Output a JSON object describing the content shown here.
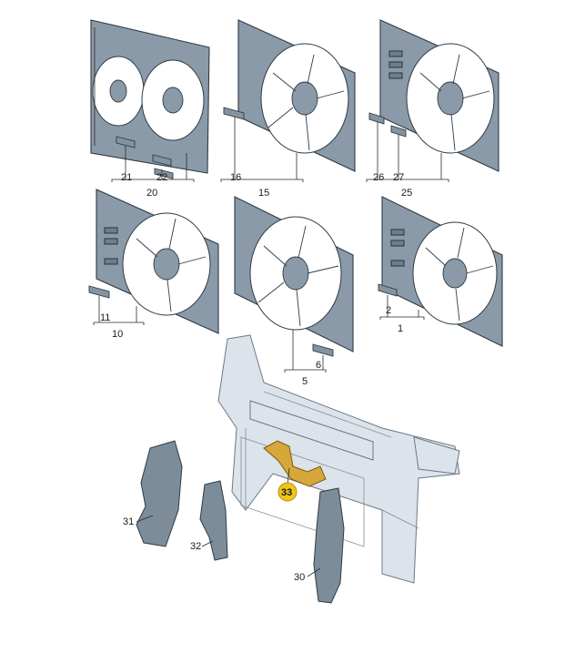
{
  "labels": {
    "p1": "1",
    "p2": "2",
    "p5": "5",
    "p6": "6",
    "p10": "10",
    "p11": "11",
    "p15": "15",
    "p16": "16",
    "p20": "20",
    "p21": "21",
    "p22": "22",
    "p25": "25",
    "p26": "26",
    "p27": "27",
    "p30": "30",
    "p31": "31",
    "p32": "32",
    "p33": "33"
  },
  "colors": {
    "frame": "#8a9aa8",
    "outline": "#2f3b45",
    "highlight": "#f0c419"
  }
}
